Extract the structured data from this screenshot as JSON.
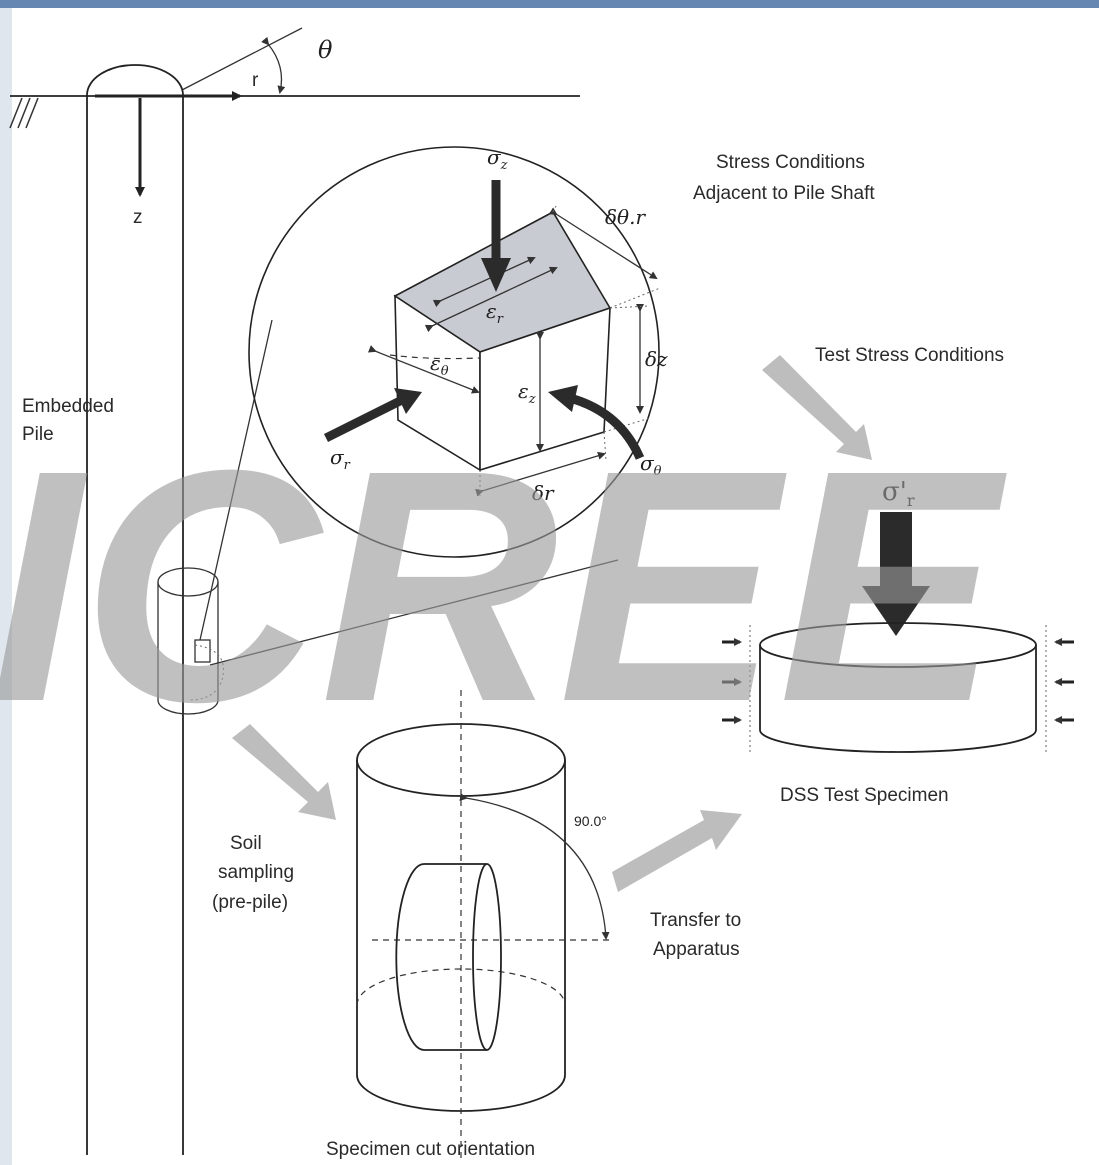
{
  "colors": {
    "line": "#222222",
    "arrow_dark": "#2b2b2b",
    "arrow_gray": "#bdbdbd",
    "top_face": "#c8ccd2",
    "watermark": "#9a9a9a",
    "left_strip": "#dfe6ee",
    "top_band": "#4b72a3"
  },
  "watermark": {
    "text": "ICREE"
  },
  "axes": {
    "theta": "θ",
    "r": "r",
    "z": "z"
  },
  "pile": {
    "label_line1": "Embedded",
    "label_line2": "Pile"
  },
  "stress_conditions": {
    "line1": "Stress Conditions",
    "line2": "Adjacent to Pile Shaft"
  },
  "element_labels": {
    "sigma_z": "σ",
    "sigma_z_sub": "z",
    "sigma_r": "σ",
    "sigma_r_sub": "r",
    "sigma_theta": "σ",
    "sigma_theta_sub": "θ",
    "eps_r": "ε",
    "eps_r_sub": "r",
    "eps_theta": "ε",
    "eps_theta_sub": "θ",
    "eps_z": "ε",
    "eps_z_sub": "z",
    "d_theta_r": "δθ.r",
    "d_z": "δz",
    "d_r": "δr"
  },
  "test_stress": {
    "label": "Test Stress Conditions",
    "sigma": "σ'",
    "sigma_sub": "r"
  },
  "dss": {
    "label": "DSS Test Specimen"
  },
  "sampling": {
    "line1": "Soil",
    "line2": "sampling",
    "line3": "(pre-pile)"
  },
  "specimen": {
    "angle": "90.0°",
    "caption": "Specimen cut orientation"
  },
  "transfer": {
    "line1": "Transfer to",
    "line2": "Apparatus"
  }
}
